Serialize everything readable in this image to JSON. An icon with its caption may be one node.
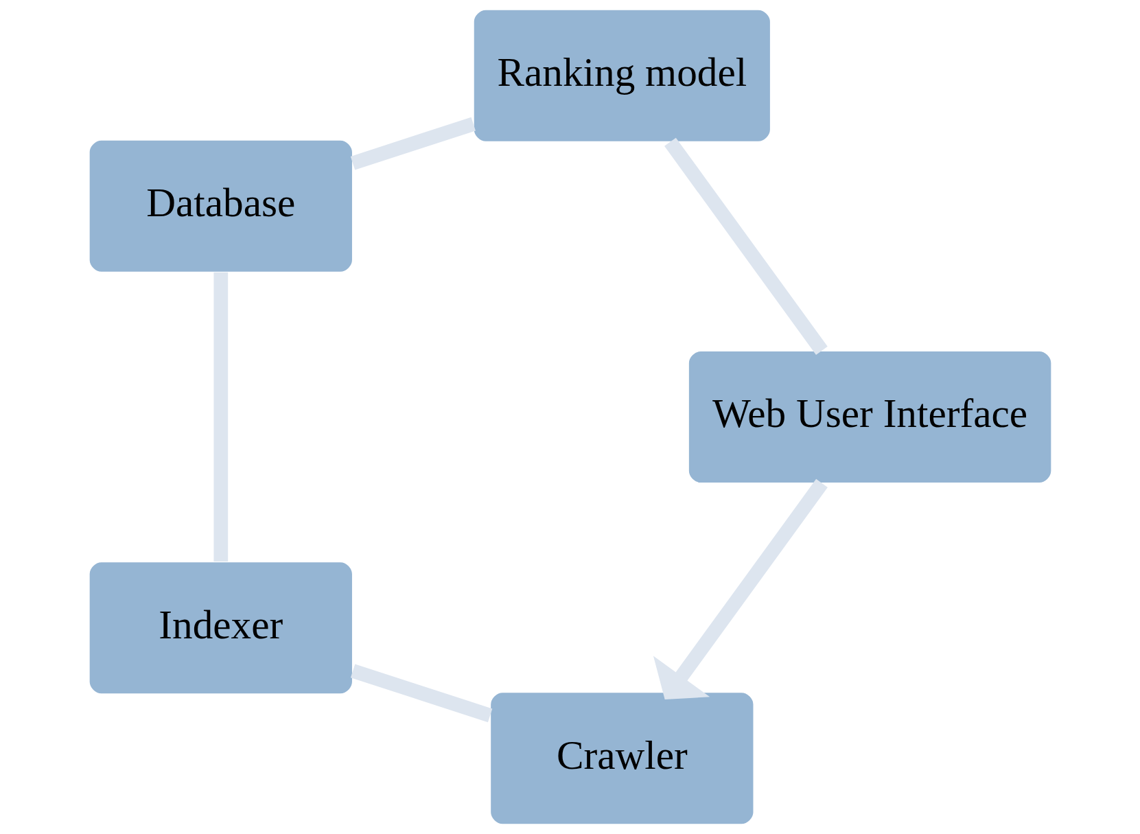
{
  "diagram": {
    "nodes": [
      {
        "text": [
          "Crawler"
        ]
      },
      {
        "text": [
          "Indexer"
        ]
      },
      {
        "text": [
          "Database"
        ]
      },
      {
        "text": [
          "Ranking model"
        ]
      },
      {
        "text": [
          "Web User Interface"
        ]
      }
    ],
    "edges": [
      {
        "from": 0,
        "to": 1,
        "arrow": "none"
      },
      {
        "from": 1,
        "to": 2,
        "arrow": "none"
      },
      {
        "from": 2,
        "to": 3,
        "arrow": "none"
      },
      {
        "from": 3,
        "to": 4,
        "arrow": "none"
      },
      {
        "from": 4,
        "to": 0,
        "arrow": "to"
      }
    ]
  }
}
